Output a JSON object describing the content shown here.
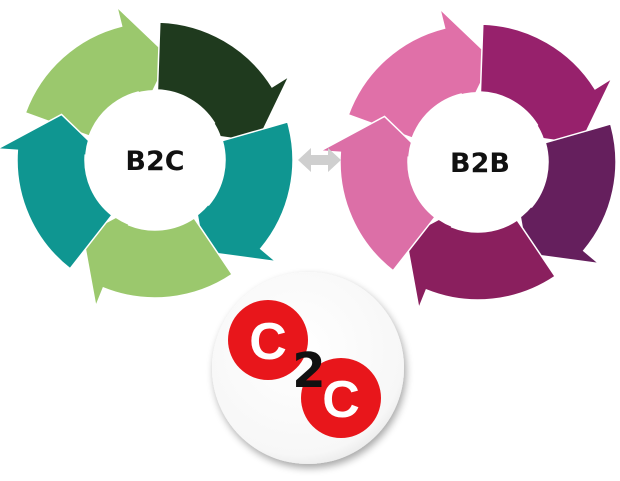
{
  "diagram": {
    "cycles": [
      {
        "id": "b2c",
        "label": "B2C",
        "cx": 0,
        "cy": 0,
        "segment_colors": [
          "#9bc86d",
          "#1f3a1e",
          "#0f9691",
          "#9bc86d",
          "#0f9691"
        ]
      },
      {
        "id": "b2b",
        "label": "B2B",
        "segment_colors": [
          "#e070a8",
          "#97216c",
          "#651f5d",
          "#8a1f5e",
          "#dc6fa7"
        ]
      }
    ],
    "connector": {
      "type": "double-arrow",
      "color": "#cfcfcf"
    },
    "c2c_badge": {
      "first_letter": "C",
      "middle": "2",
      "last_letter": "C",
      "circle_color": "#e8161b"
    }
  }
}
